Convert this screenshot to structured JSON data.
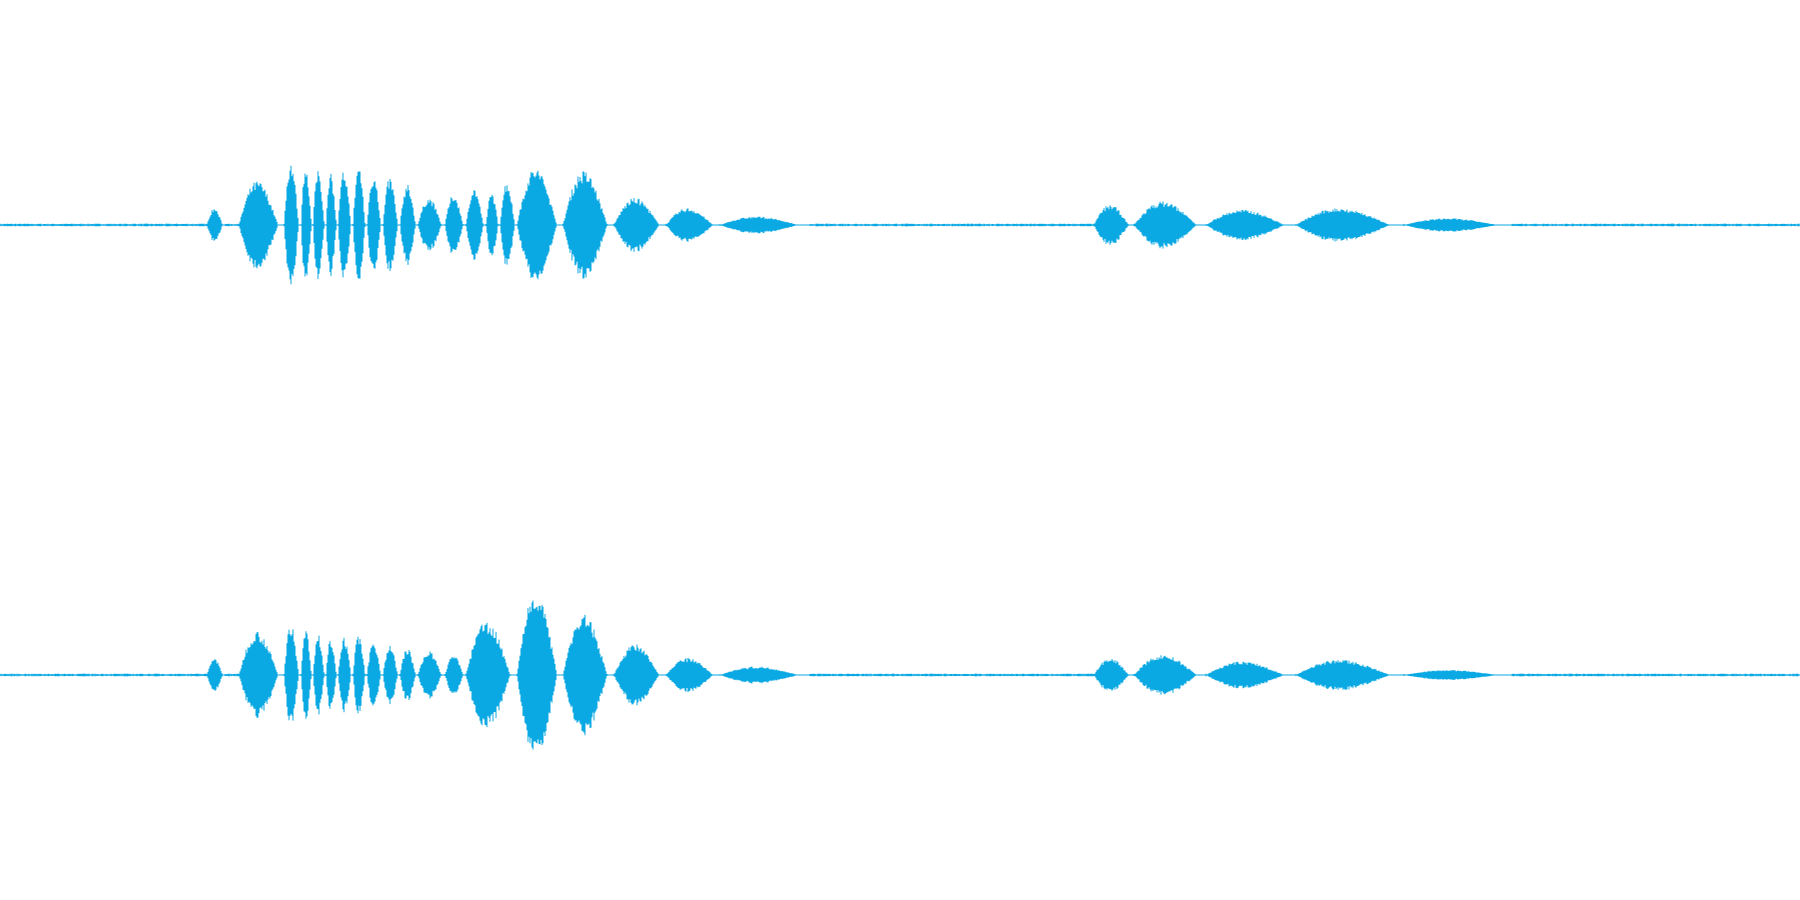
{
  "waveform": {
    "color": "#0aa9e3",
    "background": "#ffffff",
    "channels": [
      {
        "name": "",
        "segments": [
          {
            "start": 0.115,
            "end": 0.125,
            "peak": 0.1
          },
          {
            "start": 0.133,
            "end": 0.158,
            "peak": 0.26
          },
          {
            "start": 0.158,
            "end": 0.167,
            "peak": 0.38
          },
          {
            "start": 0.167,
            "end": 0.174,
            "peak": 0.36
          },
          {
            "start": 0.174,
            "end": 0.181,
            "peak": 0.34
          },
          {
            "start": 0.181,
            "end": 0.188,
            "peak": 0.3
          },
          {
            "start": 0.188,
            "end": 0.196,
            "peak": 0.32
          },
          {
            "start": 0.196,
            "end": 0.204,
            "peak": 0.36
          },
          {
            "start": 0.204,
            "end": 0.213,
            "peak": 0.3
          },
          {
            "start": 0.213,
            "end": 0.222,
            "peak": 0.28
          },
          {
            "start": 0.222,
            "end": 0.232,
            "peak": 0.24
          },
          {
            "start": 0.232,
            "end": 0.247,
            "peak": 0.16
          },
          {
            "start": 0.247,
            "end": 0.259,
            "peak": 0.18
          },
          {
            "start": 0.259,
            "end": 0.27,
            "peak": 0.22
          },
          {
            "start": 0.27,
            "end": 0.278,
            "peak": 0.2
          },
          {
            "start": 0.278,
            "end": 0.287,
            "peak": 0.26
          },
          {
            "start": 0.287,
            "end": 0.313,
            "peak": 0.34
          },
          {
            "start": 0.313,
            "end": 0.341,
            "peak": 0.32
          },
          {
            "start": 0.341,
            "end": 0.37,
            "peak": 0.16
          },
          {
            "start": 0.37,
            "end": 0.4,
            "peak": 0.1
          },
          {
            "start": 0.4,
            "end": 0.45,
            "peak": 0.05
          },
          {
            "start": 0.608,
            "end": 0.63,
            "peak": 0.12
          },
          {
            "start": 0.63,
            "end": 0.67,
            "peak": 0.14
          },
          {
            "start": 0.67,
            "end": 0.72,
            "peak": 0.09
          },
          {
            "start": 0.72,
            "end": 0.78,
            "peak": 0.1
          },
          {
            "start": 0.78,
            "end": 0.84,
            "peak": 0.04
          }
        ]
      },
      {
        "name": "",
        "segments": [
          {
            "start": 0.115,
            "end": 0.125,
            "peak": 0.1
          },
          {
            "start": 0.133,
            "end": 0.158,
            "peak": 0.26
          },
          {
            "start": 0.158,
            "end": 0.167,
            "peak": 0.3
          },
          {
            "start": 0.167,
            "end": 0.174,
            "peak": 0.28
          },
          {
            "start": 0.174,
            "end": 0.181,
            "peak": 0.24
          },
          {
            "start": 0.181,
            "end": 0.188,
            "peak": 0.22
          },
          {
            "start": 0.188,
            "end": 0.196,
            "peak": 0.22
          },
          {
            "start": 0.196,
            "end": 0.204,
            "peak": 0.24
          },
          {
            "start": 0.204,
            "end": 0.213,
            "peak": 0.2
          },
          {
            "start": 0.213,
            "end": 0.222,
            "peak": 0.18
          },
          {
            "start": 0.222,
            "end": 0.232,
            "peak": 0.16
          },
          {
            "start": 0.232,
            "end": 0.247,
            "peak": 0.14
          },
          {
            "start": 0.247,
            "end": 0.259,
            "peak": 0.12
          },
          {
            "start": 0.259,
            "end": 0.287,
            "peak": 0.32
          },
          {
            "start": 0.287,
            "end": 0.313,
            "peak": 0.5
          },
          {
            "start": 0.313,
            "end": 0.341,
            "peak": 0.36
          },
          {
            "start": 0.341,
            "end": 0.37,
            "peak": 0.18
          },
          {
            "start": 0.37,
            "end": 0.4,
            "peak": 0.1
          },
          {
            "start": 0.4,
            "end": 0.45,
            "peak": 0.05
          },
          {
            "start": 0.608,
            "end": 0.63,
            "peak": 0.1
          },
          {
            "start": 0.63,
            "end": 0.67,
            "peak": 0.12
          },
          {
            "start": 0.67,
            "end": 0.72,
            "peak": 0.08
          },
          {
            "start": 0.72,
            "end": 0.78,
            "peak": 0.09
          },
          {
            "start": 0.78,
            "end": 0.84,
            "peak": 0.03
          }
        ]
      }
    ]
  }
}
